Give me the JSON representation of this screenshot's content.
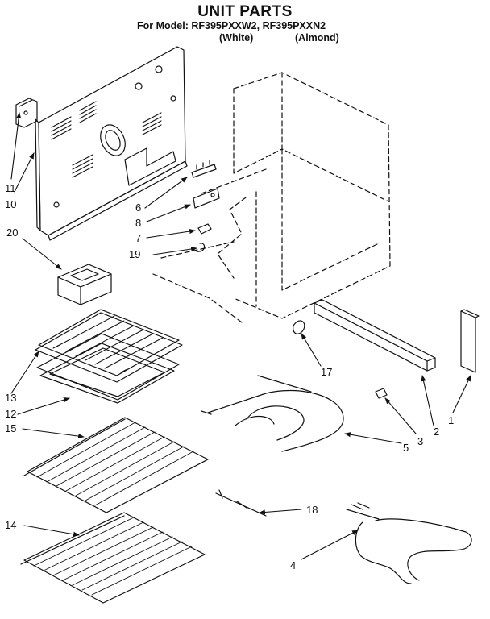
{
  "header": {
    "title": "UNIT PARTS",
    "model_line": "For Model: RF395PXXW2, RF395PXXN2",
    "variants": [
      "(White)",
      "(Almond)"
    ]
  },
  "callouts": [
    {
      "id": "11",
      "label": "11"
    },
    {
      "id": "10",
      "label": "10"
    },
    {
      "id": "6",
      "label": "6"
    },
    {
      "id": "8",
      "label": "8"
    },
    {
      "id": "7",
      "label": "7"
    },
    {
      "id": "19",
      "label": "19"
    },
    {
      "id": "20",
      "label": "20"
    },
    {
      "id": "17",
      "label": "17"
    },
    {
      "id": "13",
      "label": "13"
    },
    {
      "id": "12",
      "label": "12"
    },
    {
      "id": "15",
      "label": "15"
    },
    {
      "id": "5",
      "label": "5"
    },
    {
      "id": "3",
      "label": "3"
    },
    {
      "id": "2",
      "label": "2"
    },
    {
      "id": "1",
      "label": "1"
    },
    {
      "id": "18",
      "label": "18"
    },
    {
      "id": "14",
      "label": "14"
    },
    {
      "id": "4",
      "label": "4"
    }
  ]
}
